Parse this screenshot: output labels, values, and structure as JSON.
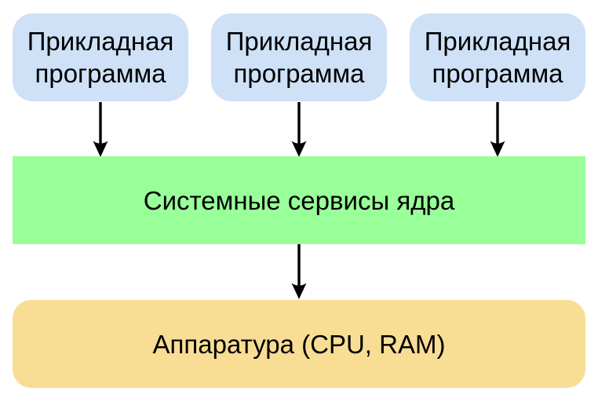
{
  "diagram": {
    "nodes": {
      "applications": [
        {
          "id": "app-1",
          "label": "Прикладная программа"
        },
        {
          "id": "app-2",
          "label": "Прикладная программа"
        },
        {
          "id": "app-3",
          "label": "Прикладная программа"
        }
      ],
      "kernel": {
        "id": "kernel",
        "label": "Системные сервисы ядра"
      },
      "hardware": {
        "id": "hardware",
        "label": "Аппаратура (CPU, RAM)"
      }
    },
    "edges": [
      {
        "from": "app-1",
        "to": "kernel",
        "direction": "down"
      },
      {
        "from": "app-2",
        "to": "kernel",
        "direction": "down"
      },
      {
        "from": "app-3",
        "to": "kernel",
        "direction": "down"
      },
      {
        "from": "kernel",
        "to": "hardware",
        "direction": "down"
      }
    ],
    "colors": {
      "application_fill": "#cee1f6",
      "kernel_fill": "#99ff99",
      "hardware_fill": "#f8dd95",
      "arrow": "#000000",
      "text": "#000000",
      "background": "#ffffff"
    }
  }
}
